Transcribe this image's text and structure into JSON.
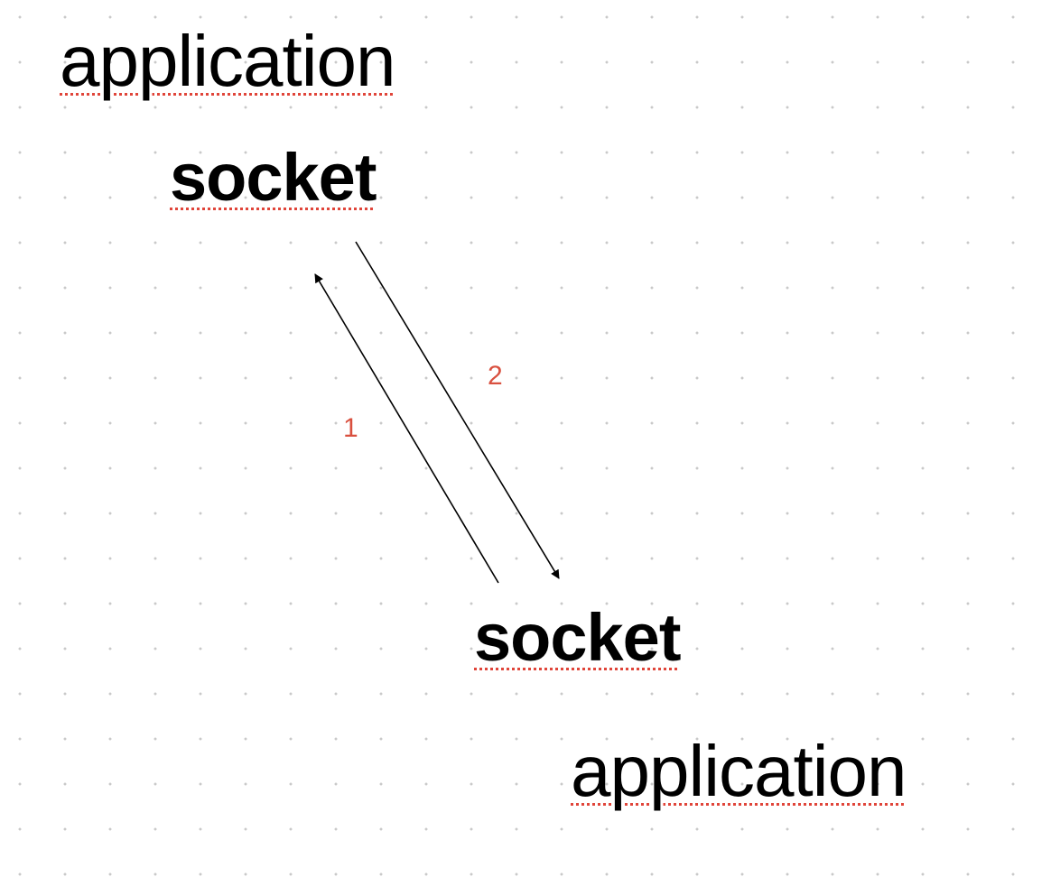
{
  "diagram": {
    "top_application": "application",
    "top_socket": "socket",
    "bottom_socket": "socket",
    "bottom_application": "application",
    "arrow_1_label": "1",
    "arrow_2_label": "2"
  },
  "colors": {
    "text": "#000000",
    "label": "#d9503f",
    "spell_underline": "#e0453a",
    "grid_dot": "#c9c9c9",
    "background": "#ffffff"
  }
}
